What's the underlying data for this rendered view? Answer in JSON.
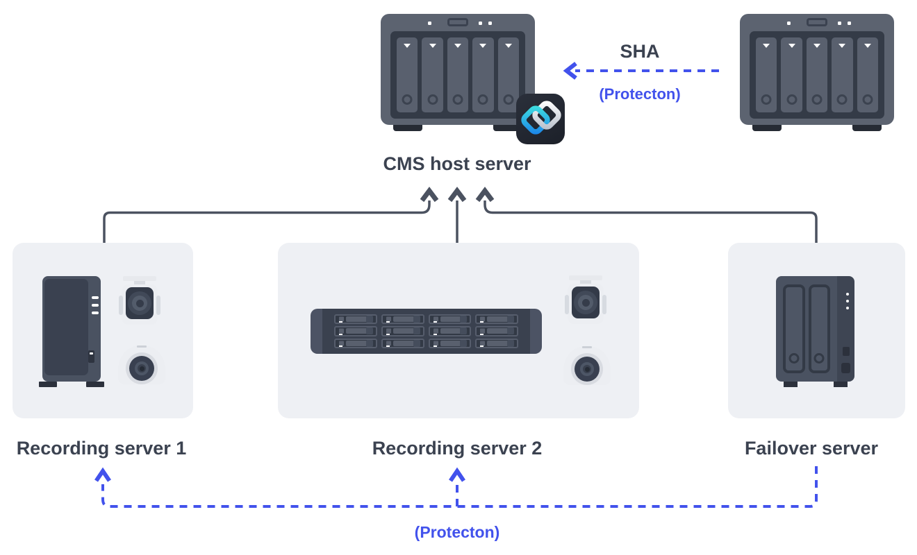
{
  "colors": {
    "background": "#FFFFFF",
    "accent_blue": "#4252EC",
    "wire_gray": "#4B5260",
    "text_dark": "#3B4250",
    "panel_bg": "#EEF0F4",
    "device_dark": "#343B47",
    "device_mid": "#59606E",
    "badge_teal": "#3EDDE0",
    "badge_blue": "#1C86E8"
  },
  "diagram": {
    "cms": {
      "label": "CMS host server"
    },
    "sha_link": {
      "label": "SHA",
      "sublabel": "(Protecton)"
    },
    "servers": [
      {
        "label": "Recording server 1"
      },
      {
        "label": "Recording server 2"
      },
      {
        "label": "Failover server"
      }
    ],
    "failover_link": {
      "label": "(Protecton)"
    }
  }
}
